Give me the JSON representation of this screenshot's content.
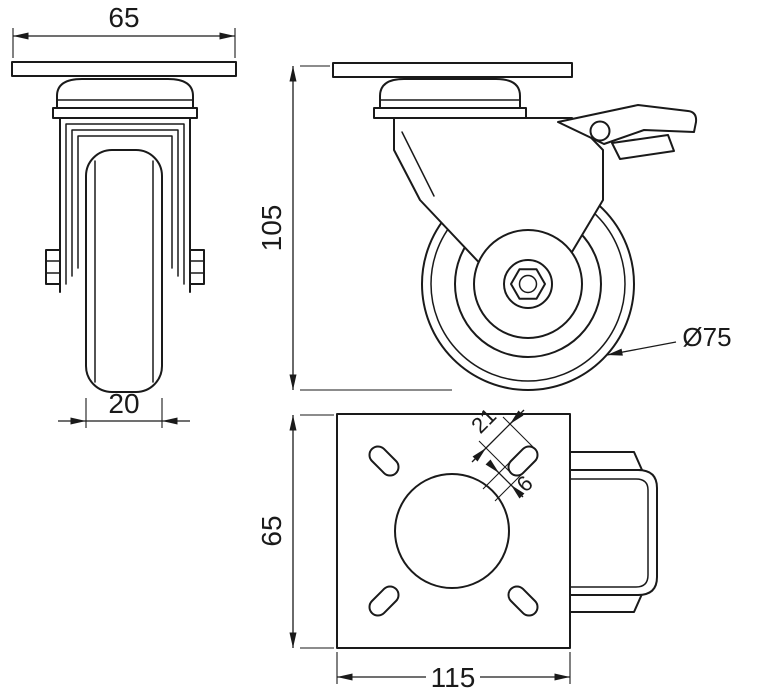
{
  "colors": {
    "line": "#1a1a1a",
    "background": "#ffffff"
  },
  "dims": {
    "front_plate_width": "65",
    "front_wheel_width": "20",
    "side_height": "105",
    "side_wheel_diameter": "Ø75",
    "top_plate_depth": "65",
    "top_plate_width": "115",
    "slot_length": "21",
    "slot_width": "6"
  }
}
